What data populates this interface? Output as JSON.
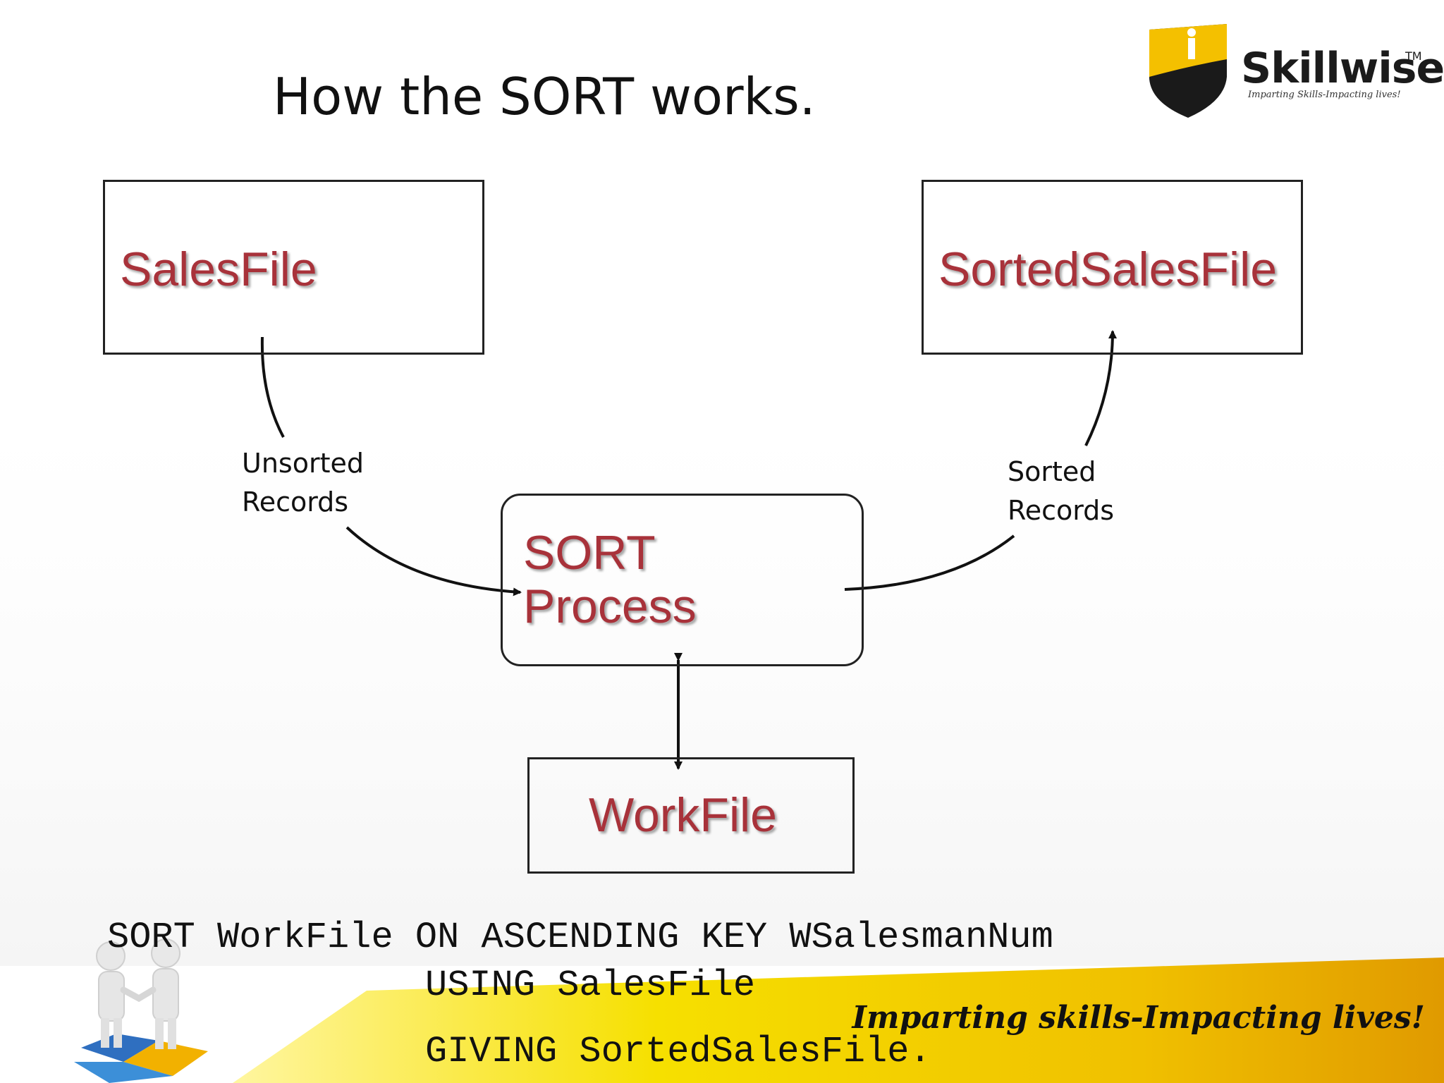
{
  "slide": {
    "title": "How the SORT works.",
    "logo": {
      "brand": "Skillwise",
      "tm": "TM",
      "tagline": "Imparting Skills-Impacting lives!"
    },
    "footer_tagline": "Imparting skills-Impacting lives!"
  },
  "diagram": {
    "nodes": {
      "sales_file": "SalesFile",
      "sorted_sales_file": "SortedSalesFile",
      "sort_process": [
        "SORT",
        "Process"
      ],
      "work_file": "WorkFile"
    },
    "edges": {
      "unsorted": [
        "Unsorted",
        "Records"
      ],
      "sorted": [
        "Sorted",
        "Records"
      ]
    }
  },
  "code": {
    "line1": "SORT WorkFile ON ASCENDING KEY WSalesmanNum",
    "line2": "USING SalesFile",
    "line3": "GIVING SortedSalesFile."
  },
  "colors": {
    "node_label": "#a8323a",
    "footer_band": "#f2c500",
    "footer_band_dark": "#e09a00",
    "logo_yellow": "#f4c000"
  }
}
